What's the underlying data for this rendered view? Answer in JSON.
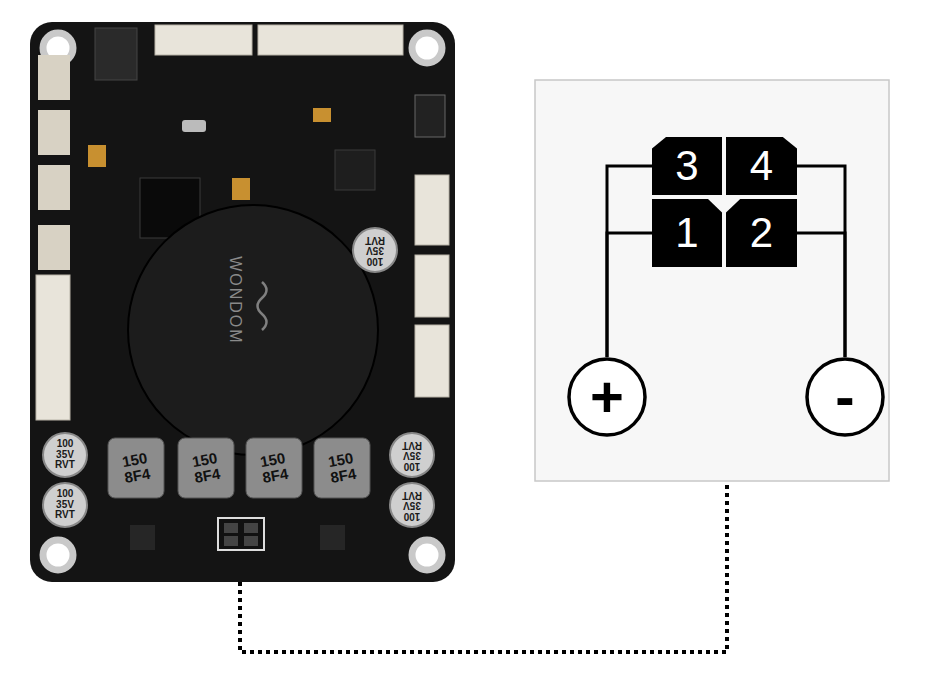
{
  "diagram": {
    "nodes": [
      {
        "text": [
          "3"
        ]
      },
      {
        "text": [
          "4"
        ]
      },
      {
        "text": [
          "1"
        ]
      },
      {
        "text": [
          "2"
        ]
      },
      {
        "text": [
          "+"
        ]
      },
      {
        "text": [
          "-"
        ]
      }
    ],
    "edges": [
      {
        "from": 4,
        "to": 0,
        "arrow": "none"
      },
      {
        "from": 4,
        "to": 2,
        "arrow": "none"
      },
      {
        "from": 5,
        "to": 1,
        "arrow": "none"
      },
      {
        "from": 5,
        "to": 3,
        "arrow": "none"
      }
    ],
    "labels": [
      "WONDOM",
      "100 35V RVT",
      "100 35V RVT",
      "100 35V RVT",
      "100 35V RVT",
      "100 35V RVT",
      "150 8F4",
      "150 8F4",
      "150 8F4",
      "150 8F4"
    ]
  }
}
